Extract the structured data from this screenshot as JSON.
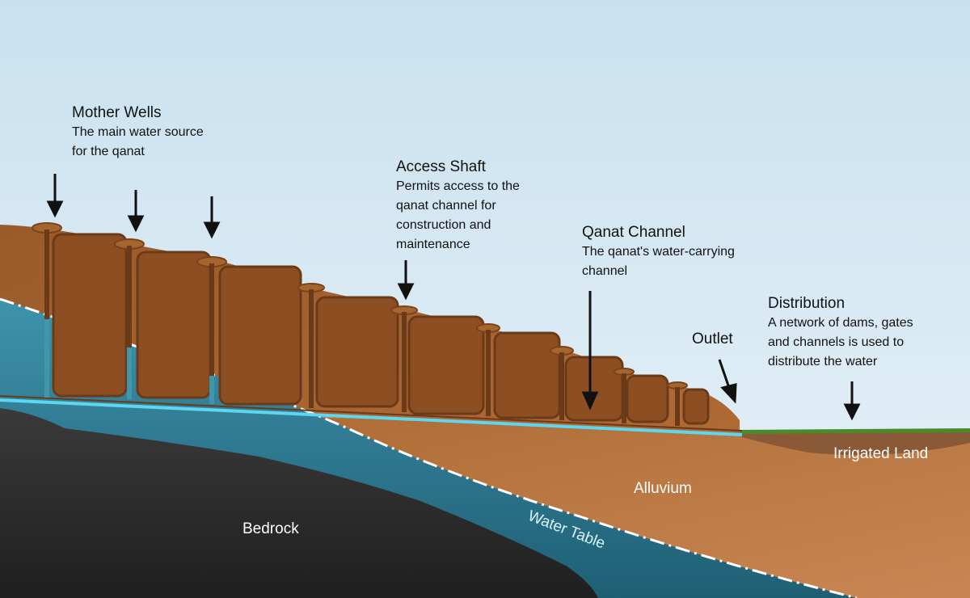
{
  "labels": {
    "mother_wells": {
      "title": "Mother Wells",
      "desc": "The main water source\nfor the qanat"
    },
    "access_shaft": {
      "title": "Access Shaft",
      "desc": "Permits access to the\nqanat channel for\nconstruction and\nmaintenance"
    },
    "qanat_channel": {
      "title": "Qanat Channel",
      "desc": "The qanat's water-carrying\nchannel"
    },
    "distribution": {
      "title": "Distribution",
      "desc": "A network of dams, gates\nand channels is used to\ndistribute the water"
    },
    "outlet": "Outlet"
  },
  "regions": {
    "bedrock": "Bedrock",
    "alluvium": "Alluvium",
    "irrigated_land": "Irrigated Land",
    "water_table": "Water Table"
  },
  "colors": {
    "sky": "#dcebf5",
    "soil": "#a35f2b",
    "soil_light": "#c07a45",
    "water": "#2f7f98",
    "bedrock": "#2a2a2a",
    "channel": "#5ed6f0",
    "grass": "#4a8a2a"
  }
}
